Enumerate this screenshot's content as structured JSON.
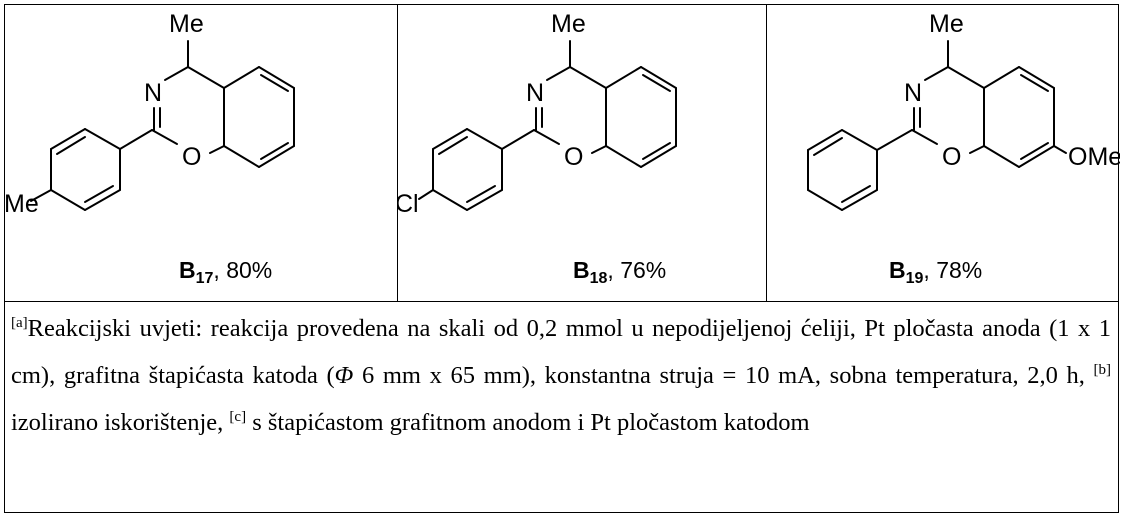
{
  "compounds": [
    {
      "id": "B",
      "sub": "17",
      "yield": ", 80%",
      "me": "Me",
      "n": "N",
      "o": "O",
      "sub_label": "Me"
    },
    {
      "id": "B",
      "sub": "18",
      "yield": ", 76%",
      "me": "Me",
      "n": "N",
      "o": "O",
      "sub_label": "Cl"
    },
    {
      "id": "B",
      "sub": "19",
      "yield": ", 78%",
      "me": "Me",
      "n": "N",
      "o": "O",
      "sub_label": "OMe"
    }
  ],
  "footnote": {
    "mark_a": "[a]",
    "text_1": "Reakcijski uvjeti: reakcija provedena na skali od 0,2 mmol u nepodijeljenoj ćeliji, Pt pločasta anoda (1  x 1 cm), grafitna štapićasta katoda (",
    "phi": "Φ",
    "text_2": " 6 mm x 65 mm), konstantna struja = 10 mA, sobna temperatura, 2,0 h, ",
    "mark_b": "[b]",
    "text_3": " izolirano iskorištenje, ",
    "mark_c": "[c]",
    "text_4": " s štapićastom grafitnom anodom i Pt pločastom katodom"
  }
}
